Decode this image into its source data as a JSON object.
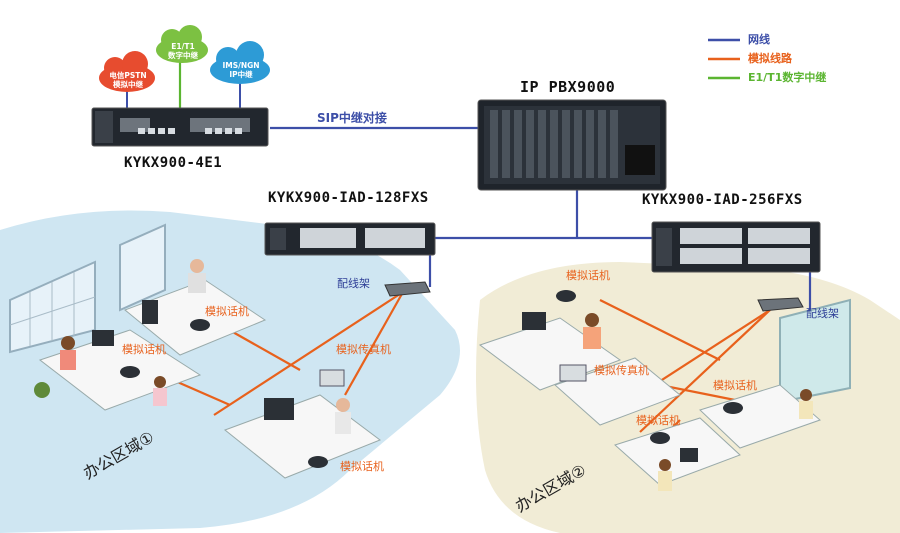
{
  "legend": {
    "network": "网线",
    "analog_line": "模拟线路",
    "e1t1_trunk": "E1/T1数字中继",
    "colors": {
      "network": "#3d4fa8",
      "analog_line": "#e8611c",
      "e1t1_trunk": "#5bb531"
    }
  },
  "clouds": {
    "pstn": [
      "电信PSTN",
      "模拟中继"
    ],
    "e1t1": [
      "E1/T1",
      "数字中继"
    ],
    "ims": [
      "IMS/NGN",
      "IP中继"
    ]
  },
  "devices": {
    "gateway": "KYKX900-4E1",
    "pbx": "IP PBX9000",
    "iad128": "KYKX900-IAD-128FXS",
    "iad256": "KYKX900-IAD-256FXS"
  },
  "links": {
    "sip_trunk": "SIP中继对接"
  },
  "labels": {
    "patch_panel_left": "配线架",
    "patch_panel_right": "配线架",
    "office1_phone_a": "模拟话机",
    "office1_phone_b": "模拟话机",
    "office1_fax": "模拟传真机",
    "office1_phone_c": "模拟话机",
    "office2_phone_a": "模拟话机",
    "office2_fax": "模拟传真机",
    "office2_phone_b": "模拟话机",
    "office2_phone_c": "模拟话机"
  },
  "regions": {
    "office1": "办公区域①",
    "office2": "办公区域②"
  }
}
